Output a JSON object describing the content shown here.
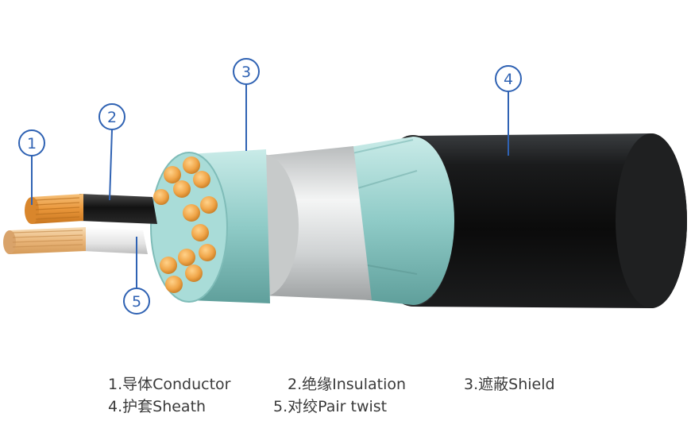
{
  "callouts": [
    "1",
    "2",
    "3",
    "4",
    "5"
  ],
  "legend": [
    [
      "1.导体Conductor",
      "2.绝缘Insulation",
      "3.遮蔽Shield"
    ],
    [
      "4.护套Sheath",
      "5.对绞Pair twist"
    ]
  ],
  "colors": {
    "callout": "#2f62b3",
    "sheath": "#111111",
    "shield_aluminum": "#d9dcdd",
    "core_teal": "#9fd2cf",
    "conductor_copper": "#e9a04a",
    "insulation_black": "#161616",
    "insulation_white": "#f2f2f2",
    "legend_text": "#3a3a3a"
  }
}
